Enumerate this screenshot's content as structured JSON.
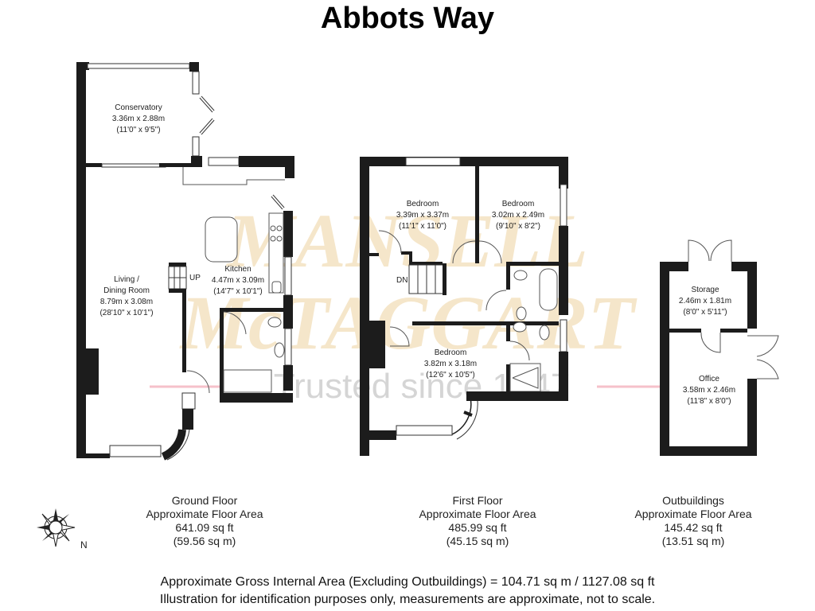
{
  "title": "Abbots Way",
  "watermark": {
    "line1": "MANSELL",
    "line2": "McTAGGART",
    "tagline": "Trusted since 1947",
    "color": "#e9c98c",
    "rule_color": "#f2a7b4"
  },
  "floors": {
    "ground": {
      "rooms": [
        {
          "name": "Conservatory",
          "metric": "3.36m x 2.88m",
          "imperial": "(11'0\" x 9'5\")"
        },
        {
          "name": "Kitchen",
          "metric": "4.47m x 3.09m",
          "imperial": "(14'7\" x 10'1\")"
        },
        {
          "name": "Living /",
          "name2": "Dining Room",
          "metric": "8.79m x 3.08m",
          "imperial": "(28'10\" x 10'1\")"
        }
      ],
      "stair_label": "UP",
      "area": {
        "heading": "Ground Floor",
        "sub": "Approximate Floor Area",
        "sqft": "641.09 sq ft",
        "sqm": "(59.56 sq m)"
      }
    },
    "first": {
      "rooms": [
        {
          "name": "Bedroom",
          "metric": "3.39m x 3.37m",
          "imperial": "(11'1\" x 11'0\")"
        },
        {
          "name": "Bedroom",
          "metric": "3.02m x 2.49m",
          "imperial": "(9'10\" x 8'2\")"
        },
        {
          "name": "Bedroom",
          "metric": "3.82m x 3.18m",
          "imperial": "(12'6\" x 10'5\")"
        }
      ],
      "stair_label": "DN",
      "area": {
        "heading": "First Floor",
        "sub": "Approximate Floor Area",
        "sqft": "485.99 sq ft",
        "sqm": "(45.15 sq m)"
      }
    },
    "outbuildings": {
      "rooms": [
        {
          "name": "Storage",
          "metric": "2.46m x 1.81m",
          "imperial": "(8'0\" x 5'11\")"
        },
        {
          "name": "Office",
          "metric": "3.58m x 2.46m",
          "imperial": "(11'8\" x 8'0\")"
        }
      ],
      "area": {
        "heading": "Outbuildings",
        "sub": "Approximate Floor Area",
        "sqft": "145.42 sq ft",
        "sqm": "(13.51 sq m)"
      }
    }
  },
  "compass": {
    "icon": "compass-rose-icon",
    "label": "N"
  },
  "footer": {
    "line1": "Approximate Gross Internal Area (Excluding Outbuildings) = 104.71 sq m / 1127.08 sq ft",
    "line2": "Illustration for identification purposes only, measurements are approximate, not to scale."
  },
  "colors": {
    "wall": "#1c1c1c",
    "thin_line": "#333333",
    "background": "#ffffff"
  }
}
